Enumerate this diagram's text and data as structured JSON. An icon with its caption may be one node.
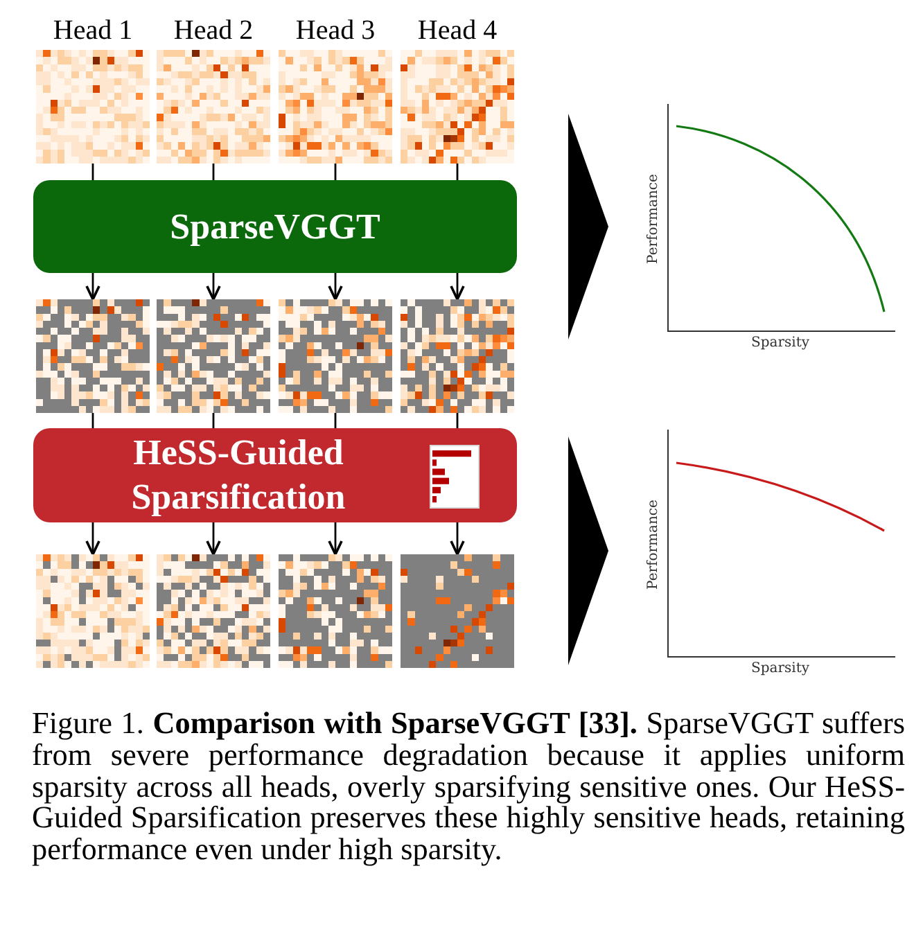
{
  "diagram": {
    "caption": "Figure 1. **Comparison with SparseVGGT [33].** SparseVGGT suffers from severe performance degradation because it applies uniform sparsity across all heads, overly sparsifying sensitive ones. Our HeSS-Guided Sparsification preserves these highly sensitive heads, retaining performance even under high sparsity.",
    "nodes": [
      {
        "text": [
          "Head 1"
        ]
      },
      {
        "text": [
          "Head 2"
        ]
      },
      {
        "text": [
          "Head 3"
        ]
      },
      {
        "text": [
          "Head 4"
        ]
      },
      {
        "text": [
          "SparseVGGT"
        ]
      },
      {
        "text": [],
        "shape": "picture"
      },
      {
        "text": [],
        "shape": "picture"
      },
      {
        "text": [],
        "shape": "picture"
      },
      {
        "text": [],
        "shape": "picture"
      },
      {
        "text": [
          "HeSS-Guided Sparsification"
        ]
      },
      {
        "text": [],
        "shape": "picture"
      },
      {
        "text": [],
        "shape": "picture"
      },
      {
        "text": [],
        "shape": "picture"
      },
      {
        "text": [],
        "shape": "picture"
      }
    ],
    "edges": [
      {
        "from": 0,
        "to": 4,
        "arrow": "none"
      },
      {
        "from": 1,
        "to": 4,
        "arrow": "none"
      },
      {
        "from": 2,
        "to": 4,
        "arrow": "none"
      },
      {
        "from": 3,
        "to": 4,
        "arrow": "none"
      },
      {
        "from": 4,
        "to": 5,
        "arrow": "to"
      },
      {
        "from": 4,
        "to": 6,
        "arrow": "to"
      },
      {
        "from": 4,
        "to": 7,
        "arrow": "to"
      },
      {
        "from": 4,
        "to": 8,
        "arrow": "to"
      },
      {
        "from": 5,
        "to": 9,
        "arrow": "none"
      },
      {
        "from": 6,
        "to": 9,
        "arrow": "none"
      },
      {
        "from": 7,
        "to": 9,
        "arrow": "none"
      },
      {
        "from": 8,
        "to": 9,
        "arrow": "none"
      },
      {
        "from": 9,
        "to": 10,
        "arrow": "to"
      },
      {
        "from": 9,
        "to": 11,
        "arrow": "to"
      },
      {
        "from": 9,
        "to": 12,
        "arrow": "to"
      },
      {
        "from": 9,
        "to": 13,
        "arrow": "to"
      }
    ],
    "labels": [
      "Performance",
      "Sparsity",
      "Performance",
      "Sparsity"
    ]
  }
}
